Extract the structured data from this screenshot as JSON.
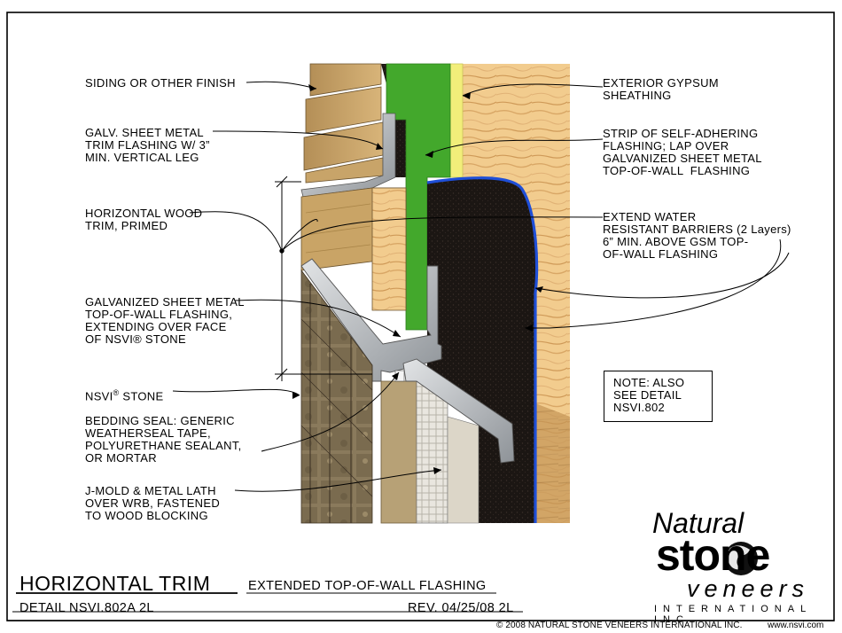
{
  "labels": {
    "siding": "SIDING OR OTHER FINISH",
    "trim_flashing": "GALV. SHEET METAL\nTRIM FLASHING W/ 3”\nMIN. VERTICAL LEG",
    "wood_trim": "HORIZONTAL WOOD\nTRIM, PRIMED",
    "top_flashing": "GALVANIZED SHEET METAL\nTOP-OF-WALL FLASHING,\nEXTENDING OVER FACE\nOF NSVI® STONE",
    "stone_a": "NSVI",
    "stone_sup": "®",
    "stone_b": " STONE",
    "bedding_seal": "BEDDING SEAL: GENERIC\nWEATHERSEAL TAPE,\nPOLYURETHANE SEALANT,\nOR MORTAR",
    "jmold": "J-MOLD & METAL LATH\nOVER WRB, FASTENED\nTO WOOD BLOCKING",
    "gypsum": "EXTERIOR GYPSUM\nSHEATHING",
    "self_adhering": "STRIP OF SELF-ADHERING\nFLASHING; LAP OVER\nGALVANIZED SHEET METAL\nTOP-OF-WALL  FLASHING",
    "barriers": "EXTEND WATER\nRESISTANT BARRIERS (2 Layers)\n6” MIN. ABOVE GSM TOP-\nOF-WALL FLASHING"
  },
  "note": "NOTE: ALSO\nSEE DETAIL\nNSVI.802",
  "title_block": {
    "title": "HORIZONTAL TRIM",
    "subtitle": "EXTENDED TOP-OF-WALL FLASHING",
    "detail": "DETAIL NSVI.802A 2L",
    "revision": "REV. 04/25/08 2L",
    "copyright": "© 2008 NATURAL STONE VENEERS INTERNATIONAL INC.",
    "website": "www.nsvi.com"
  },
  "logo": {
    "line1": "Natural",
    "line2": "stone",
    "line3": "veneers",
    "line4": "INTERNATIONAL INC"
  },
  "colors": {
    "plywood": "#f0c98a",
    "green_flashing": "#43a82c",
    "wrb_black": "#1b1613",
    "blue_edge": "#1f4fd8",
    "gypsum_yellow": "#f2ee7a",
    "metal": "#b9bcbf",
    "wood_trim": "#c9a466",
    "stone": "#7f6f55"
  }
}
